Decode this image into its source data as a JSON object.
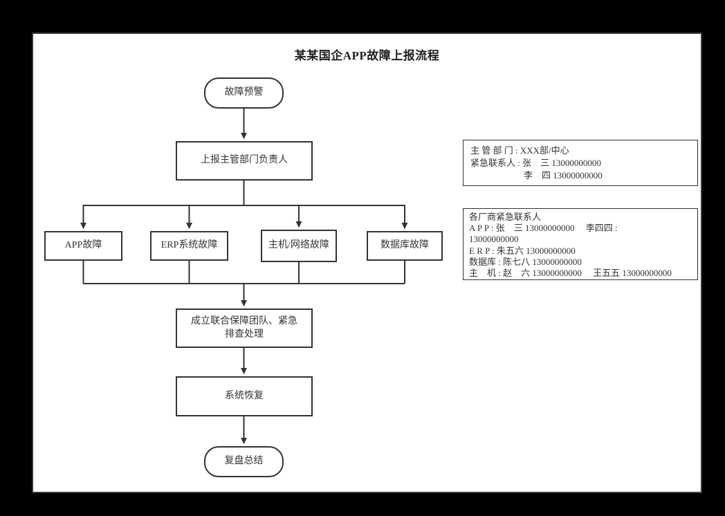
{
  "title": "某某国企APP故障上报流程",
  "flow": {
    "start": "故障预警",
    "report": "上报主管部门负责人",
    "branches": [
      "APP故障",
      "ERP系统故障",
      "主机/网络故障",
      "数据库故障"
    ],
    "team": "成立联合保障团队、紧急排查处理",
    "recovery": "系统恢复",
    "end": "复盘总结"
  },
  "info_box_supervisor": {
    "line1": "主 管 部 门 : XXX部/中心",
    "line2": "紧急联系人 : 张　三 13000000000",
    "line3": "李　四 13000000000"
  },
  "info_box_vendors": {
    "line1": "各厂商紧急联系人",
    "line2": "A P P : 张　三 13000000000　 李四四 :",
    "line3": "13000000000",
    "line4": "E R P : 朱五六 13000000000",
    "line5": "数据库 : 陈七八 13000000000",
    "line6": "主　机 : 赵　六 13000000000　 王五五 13000000000"
  },
  "colors": {
    "line": "#333333",
    "text": "#333333",
    "page_background": "#ffffff",
    "outer_background": "#000000"
  }
}
